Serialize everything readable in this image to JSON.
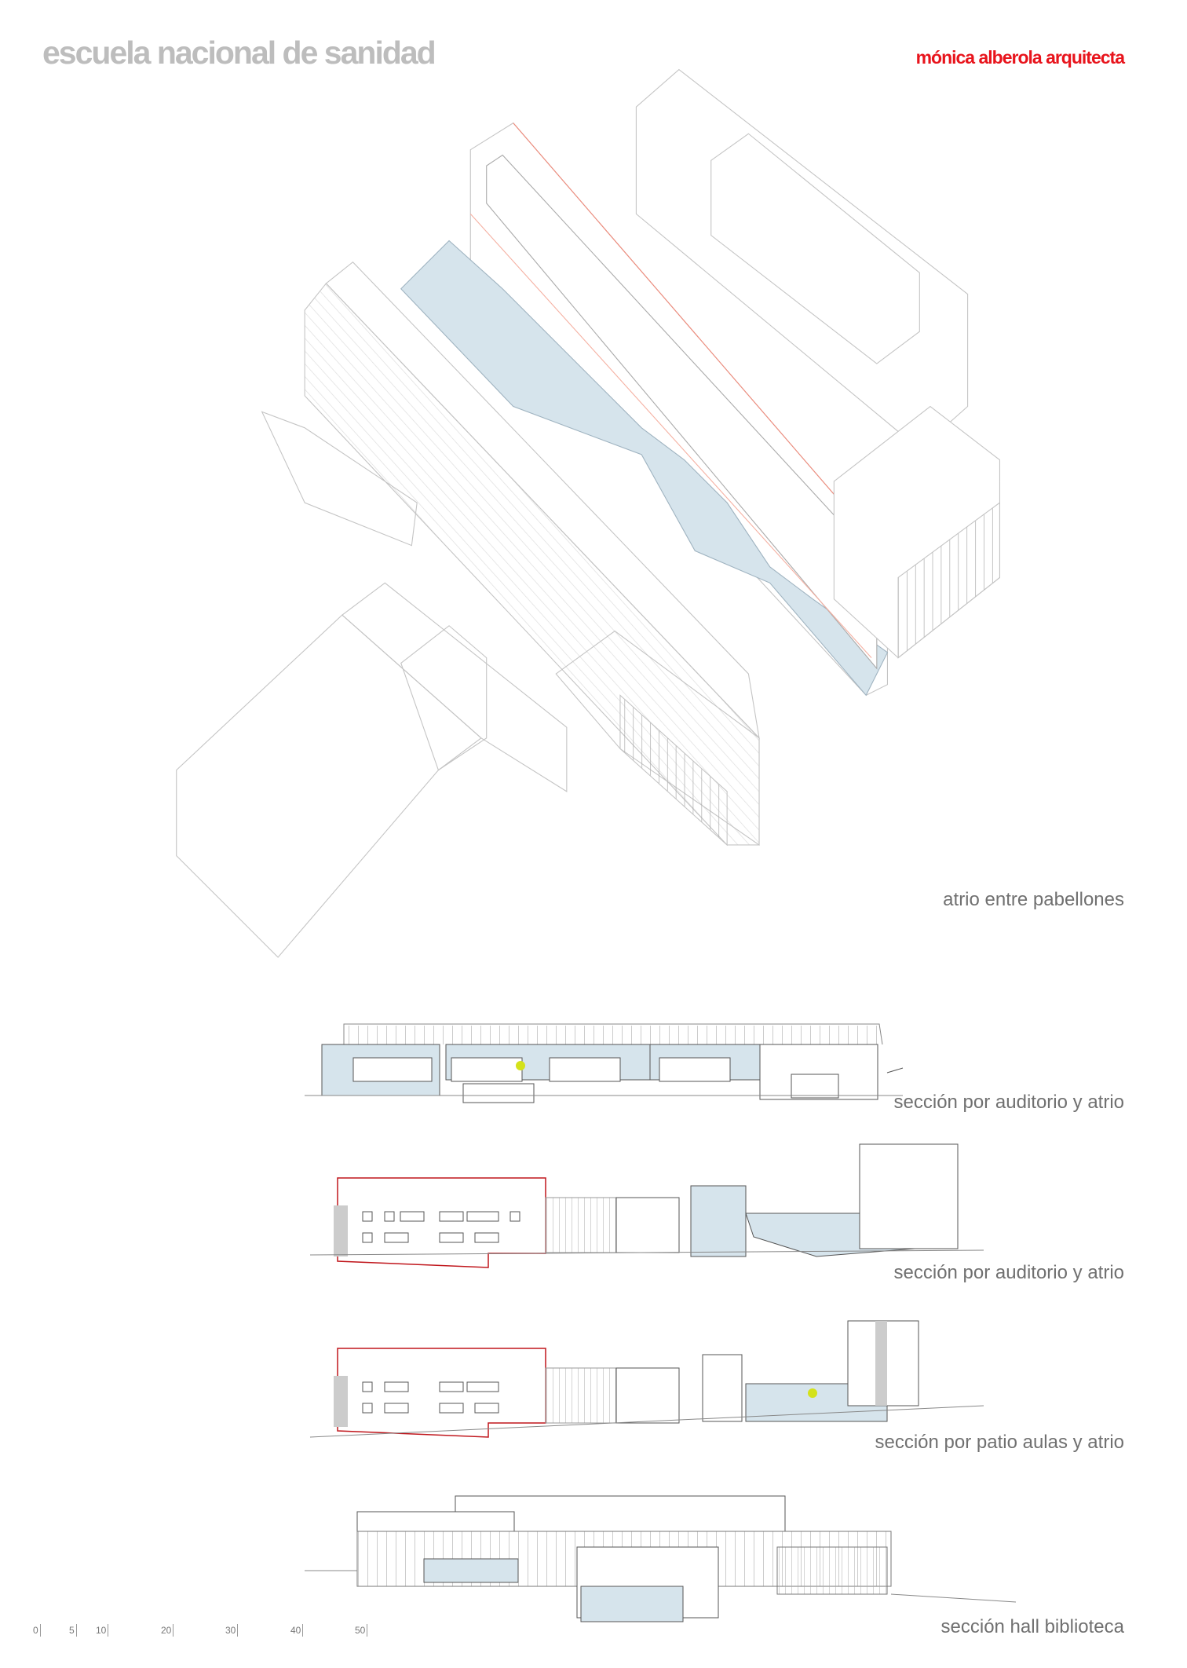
{
  "header": {
    "title": "escuela nacional de sanidad",
    "author": "mónica alberola arquitecta"
  },
  "drawings": [
    {
      "label": "atrio entre pabellones"
    },
    {
      "label": "sección por auditorio y atrio"
    },
    {
      "label": "sección por auditorio y atrio"
    },
    {
      "label": "sección por patio aulas y atrio"
    },
    {
      "label": "sección hall biblioteca"
    }
  ],
  "scale_bar": {
    "ticks": [
      "0",
      "5",
      "10",
      "20",
      "30",
      "40",
      "50"
    ]
  },
  "colors": {
    "accent": "#e8141c",
    "title": "#bdbdbd",
    "fill": "#d6e4ec",
    "highlight": "#d4e21a"
  }
}
